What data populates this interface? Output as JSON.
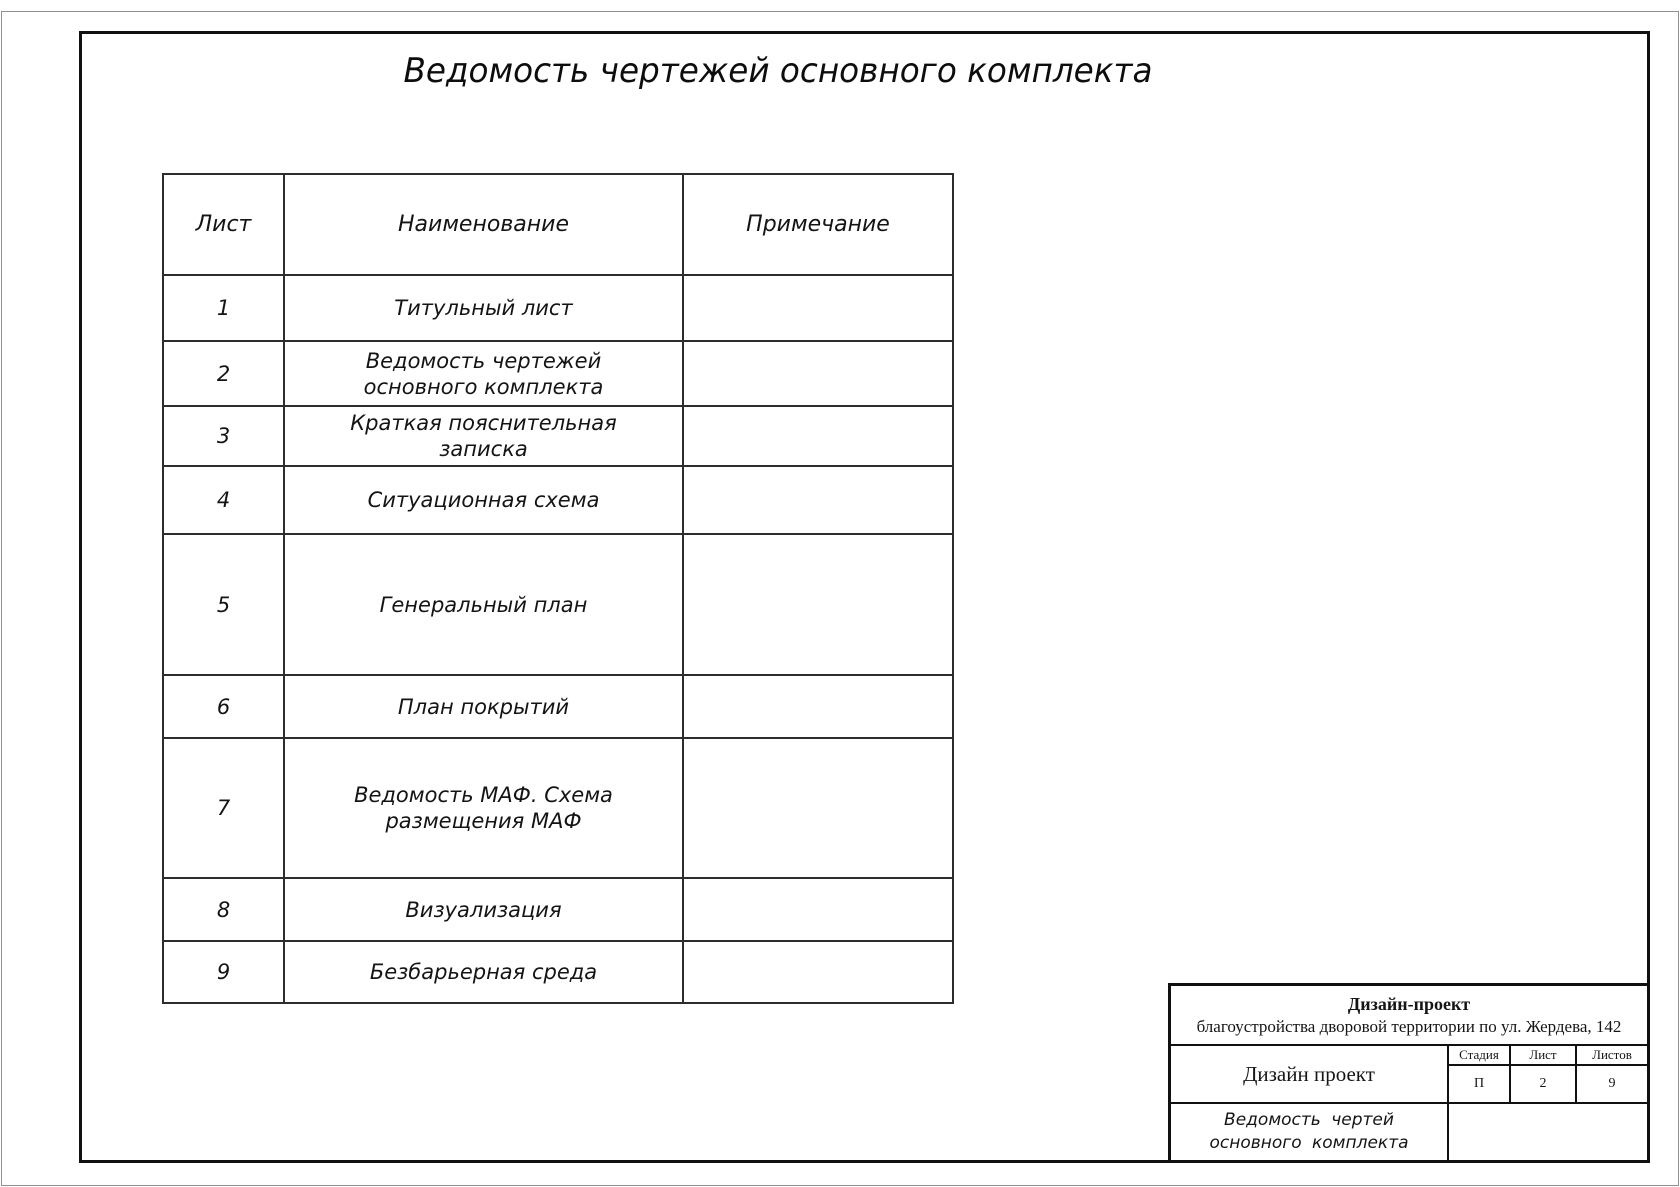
{
  "page": {
    "title": "Ведомость чертежей основного комплекта"
  },
  "table": {
    "headers": {
      "sheet": "Лист",
      "name": "Наименование",
      "note": "Примечание"
    },
    "rows": [
      {
        "sheet": "1",
        "name": "Титульный лист",
        "note": ""
      },
      {
        "sheet": "2",
        "name": "Ведомость чертежей основного комплекта",
        "note": ""
      },
      {
        "sheet": "3",
        "name": "Краткая пояснительная записка",
        "note": ""
      },
      {
        "sheet": "4",
        "name": "Ситуационная схема",
        "note": ""
      },
      {
        "sheet": "5",
        "name": "Генеральный план",
        "note": ""
      },
      {
        "sheet": "6",
        "name": "План покрытий",
        "note": ""
      },
      {
        "sheet": "7",
        "name": "Ведомость МАФ. Схема размещения МАФ",
        "note": ""
      },
      {
        "sheet": "8",
        "name": "Визуализация",
        "note": ""
      },
      {
        "sheet": "9",
        "name": "Безбарьерная среда",
        "note": ""
      }
    ]
  },
  "stamp": {
    "project_line_bold": "Дизайн-проект",
    "project_line_rest": "благоустройства дворовой территории по ул. Жердева, 142",
    "doc_type": "Дизайн проект",
    "stage_label": "Стадия",
    "sheet_label": "Лист",
    "sheets_label": "Листов",
    "stage_value": "П",
    "sheet_value": "2",
    "sheets_value": "9",
    "sheet_name": "Ведомость чертей основного комплекта"
  },
  "colors": {
    "line": "#2d2d2d",
    "frame": "#111111",
    "background": "#ffffff"
  }
}
